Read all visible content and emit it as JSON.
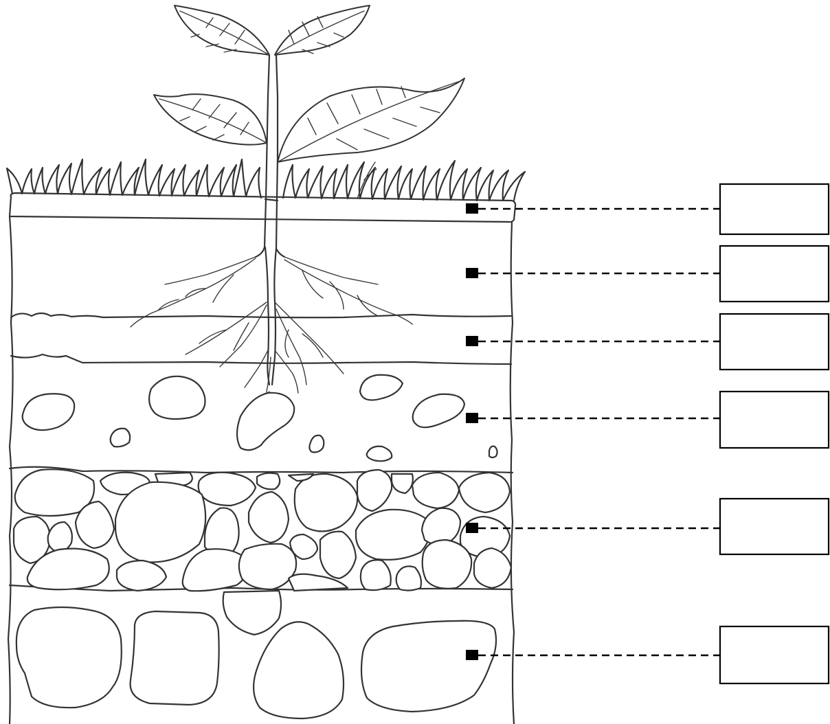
{
  "diagram": {
    "layers": [
      {
        "id": "layer-1",
        "label": ""
      },
      {
        "id": "layer-2",
        "label": ""
      },
      {
        "id": "layer-3",
        "label": ""
      },
      {
        "id": "layer-4",
        "label": ""
      },
      {
        "id": "layer-5",
        "label": ""
      },
      {
        "id": "layer-6",
        "label": ""
      }
    ]
  }
}
